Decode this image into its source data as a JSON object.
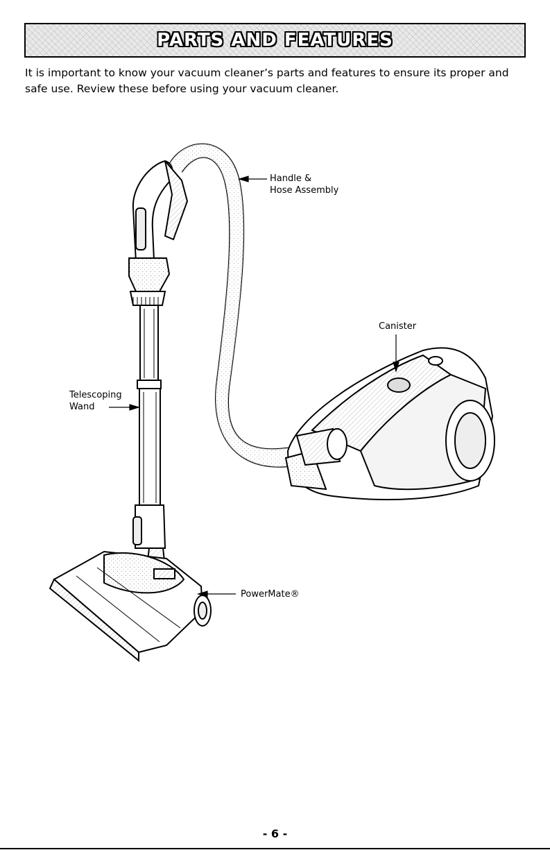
{
  "header": {
    "title": "PARTS AND FEATURES"
  },
  "intro": "It is important to know your vacuum cleaner’s parts and features to ensure its proper and safe use. Review these before using your vacuum cleaner.",
  "labels": {
    "handle_line1": "Handle &",
    "handle_line2": "Hose Assembly",
    "canister": "Canister",
    "wand_line1": "Telescoping",
    "wand_line2": "Wand",
    "powermate": "PowerMate®"
  },
  "footer": {
    "page_number": "- 6 -"
  },
  "icons": {
    "illustration": "canister-vacuum-cleaner-illustration"
  }
}
